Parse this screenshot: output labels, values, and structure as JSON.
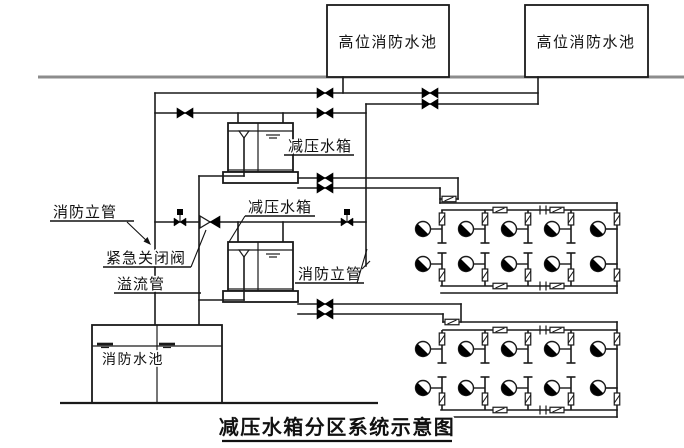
{
  "title": "减压水箱分区系统示意图",
  "header": {
    "high_pool_left": "高位消防水池",
    "high_pool_right": "高位消防水池"
  },
  "labels": {
    "reduce_tank_upper": "减压水箱",
    "reduce_tank_lower": "减压水箱",
    "fire_riser_left": "消防立管",
    "fire_riser_right": "消防立管",
    "emergency_shutoff_valve": "紧急关闭阀",
    "overflow_pipe": "溢流管",
    "fire_pool": "消防水池"
  },
  "colors": {
    "line": "#1a1a1a",
    "ceiling_line": "#8c8c8c",
    "valve_fill": "#000000",
    "background": "#ffffff",
    "text": "#111111"
  },
  "diagram": {
    "type": "fire-protection-piping-schematic",
    "hydrant_blocks": [
      {
        "name": "upper-zone",
        "rows": 2,
        "hydrants_per_row": 5
      },
      {
        "name": "lower-zone",
        "rows": 2,
        "hydrants_per_row": 5
      }
    ],
    "symbols": {
      "hydrant": "half-filled-circle",
      "gate_valve": "solid-bowtie",
      "signal_valve": "bowtie-with-square-top",
      "emergency_valve": "open-and-filled-bowtie",
      "flow_indicator": "rect-with-diagonal",
      "overflow_funnel": "open-triangle",
      "water_level": "tick-marks"
    }
  }
}
